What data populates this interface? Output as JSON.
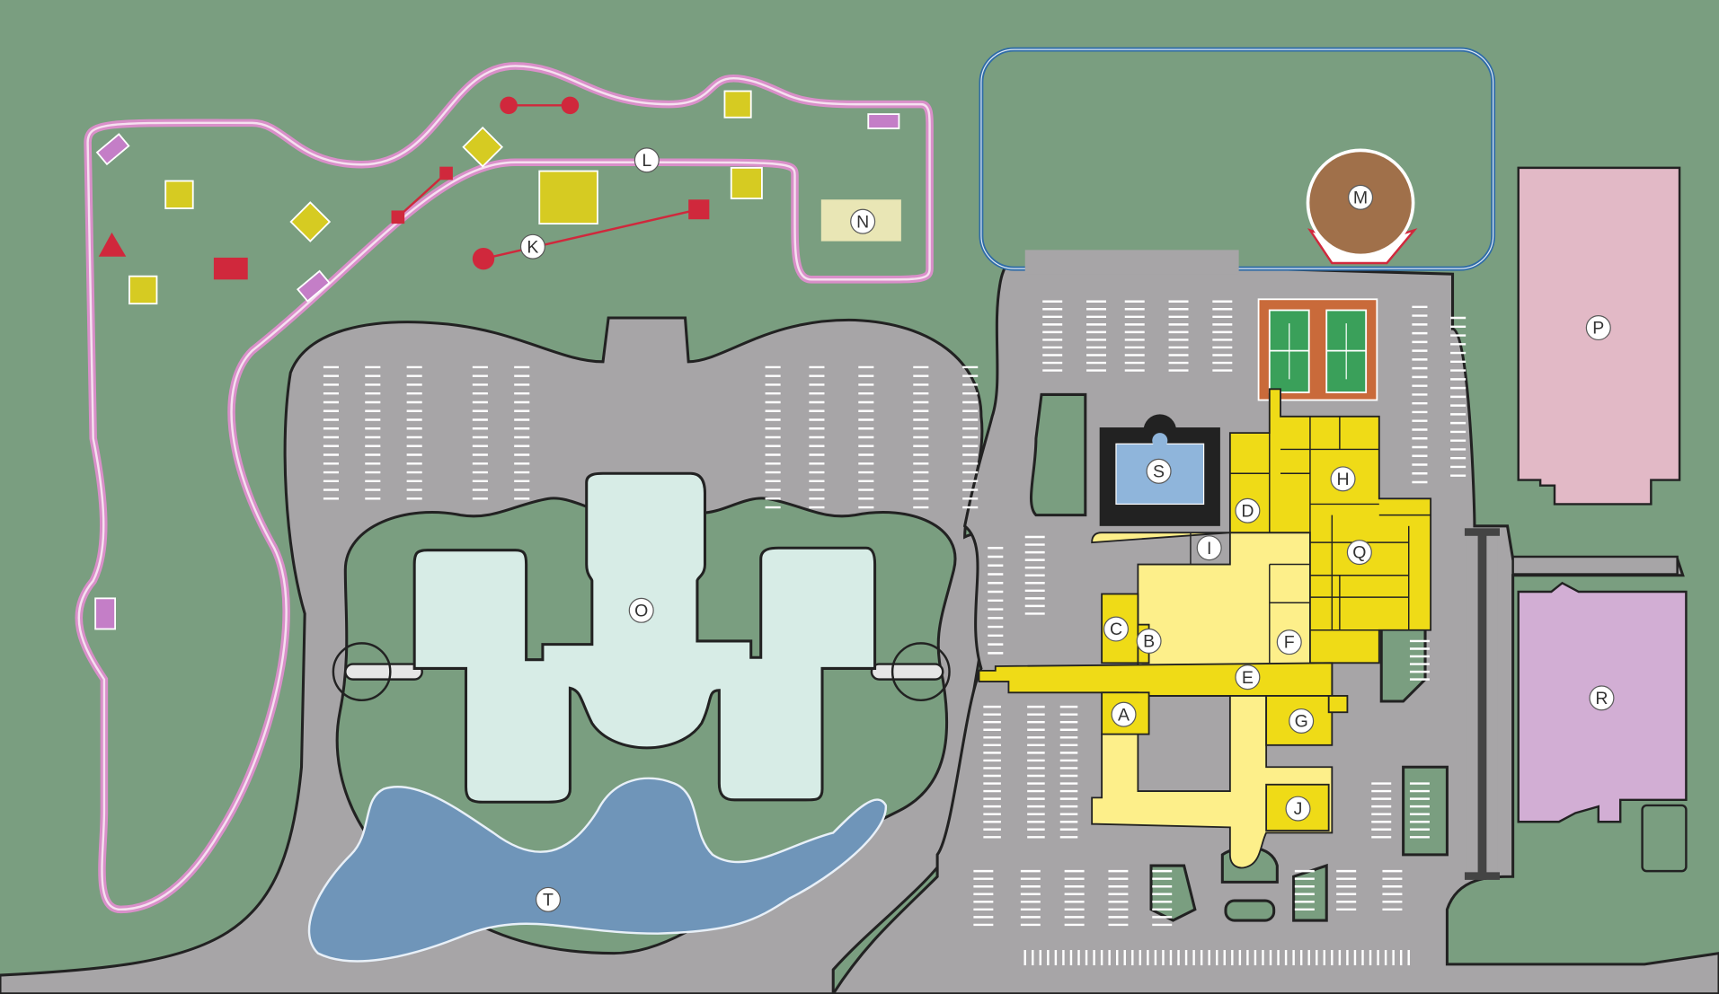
{
  "colors": {
    "grass": "#7a9e80",
    "road": "#a7a5a7",
    "building_bright": "#efdb17",
    "building_pale": "#fdef8a",
    "building_o": "#d7ece6",
    "pond": "#6f95b9",
    "pool": "#8fb5db",
    "track": "#d98fc9",
    "field_outline": "#2f6ca7",
    "building_p": "#e2b9c6",
    "building_r": "#d2aed4",
    "infield": "#a0704a",
    "tennis_court": "#3aa05a",
    "tennis_surround": "#c96a3a",
    "play_equipment_yellow": "#d6cb22",
    "play_equipment_red": "#d0283c",
    "play_equipment_pink": "#c47ec7"
  },
  "labels": [
    "A",
    "B",
    "C",
    "D",
    "E",
    "F",
    "G",
    "H",
    "I",
    "J",
    "K",
    "L",
    "M",
    "N",
    "O",
    "P",
    "Q",
    "R",
    "S",
    "T"
  ]
}
